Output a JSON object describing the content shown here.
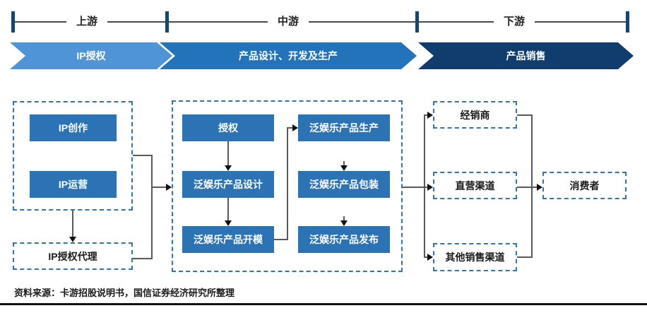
{
  "header": {
    "stages": [
      {
        "label": "上游"
      },
      {
        "label": "中游"
      },
      {
        "label": "下游"
      }
    ],
    "flow_arrows": [
      {
        "label": "IP授权",
        "color": "#4e94d6"
      },
      {
        "label": "产品设计、开发及生产",
        "color": "#2273ba"
      },
      {
        "label": "产品销售",
        "color": "#103d6d"
      }
    ]
  },
  "upstream": {
    "group_boxes": [
      {
        "label": "IP创作"
      },
      {
        "label": "IP运营"
      }
    ],
    "agent_box": {
      "label": "IP授权代理"
    }
  },
  "midstream": {
    "left_column": [
      {
        "label": "授权"
      },
      {
        "label": "泛娱乐产品设计"
      },
      {
        "label": "泛娱乐产品开模"
      }
    ],
    "right_column": [
      {
        "label": "泛娱乐产品生产"
      },
      {
        "label": "泛娱乐产品包装"
      },
      {
        "label": "泛娱乐产品发布"
      }
    ]
  },
  "downstream": {
    "channel_boxes": [
      {
        "label": "经销商"
      },
      {
        "label": "直营渠道"
      },
      {
        "label": "其他销售渠道"
      }
    ],
    "consumer_box": {
      "label": "消费者"
    }
  },
  "footer": {
    "source_note": "资料来源：卡游招股说明书，国信证券经济研究所整理"
  },
  "colors": {
    "light_blue": "#4e94d6",
    "medium_blue": "#2273ba",
    "dark_navy": "#103d6d",
    "box_blue": "#2c73b6",
    "dashed_border_blue": "#2e75b5",
    "connector_gray": "#595959",
    "tick_navy": "#16456f"
  }
}
